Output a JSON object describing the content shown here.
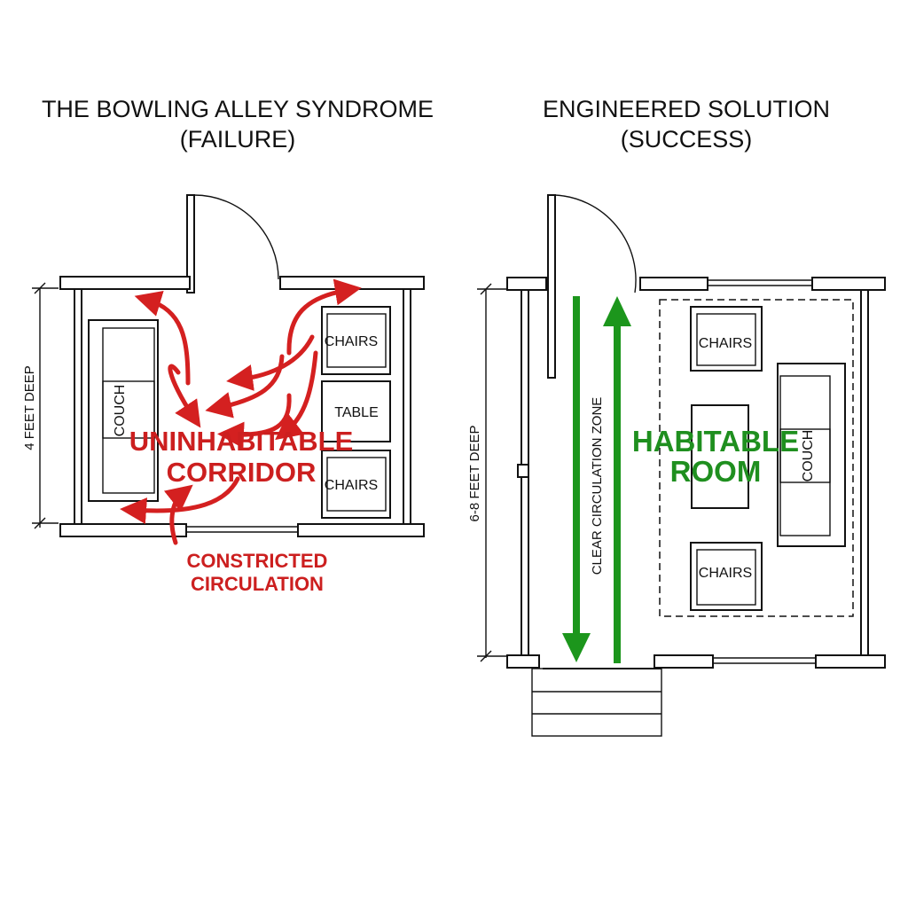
{
  "left_panel": {
    "title_line1": "THE BOWLING ALLEY SYNDROME",
    "title_line2": "(FAILURE)",
    "dimension": "4 FEET DEEP",
    "couch": "COUCH",
    "chairs_top": "CHAIRS",
    "table": "TABLE",
    "chairs_bottom": "CHAIRS",
    "overlay_line1": "UNINHABITABLE",
    "overlay_line2": "CORRIDOR",
    "note_line1": "CONSTRICTED",
    "note_line2": "CIRCULATION",
    "accent_color": "#cc1f1f"
  },
  "right_panel": {
    "title_line1": "ENGINEERED SOLUTION",
    "title_line2": "(SUCCESS)",
    "dimension": "6-8 FEET DEEP",
    "zone_label": "CLEAR CIRCULATION ZONE",
    "chairs_top": "CHAIRS",
    "couch": "COUCH",
    "chairs_bottom": "CHAIRS",
    "overlay_line1": "HABITABLE",
    "overlay_line2": "ROOM",
    "accent_color": "#1f8f1f"
  }
}
